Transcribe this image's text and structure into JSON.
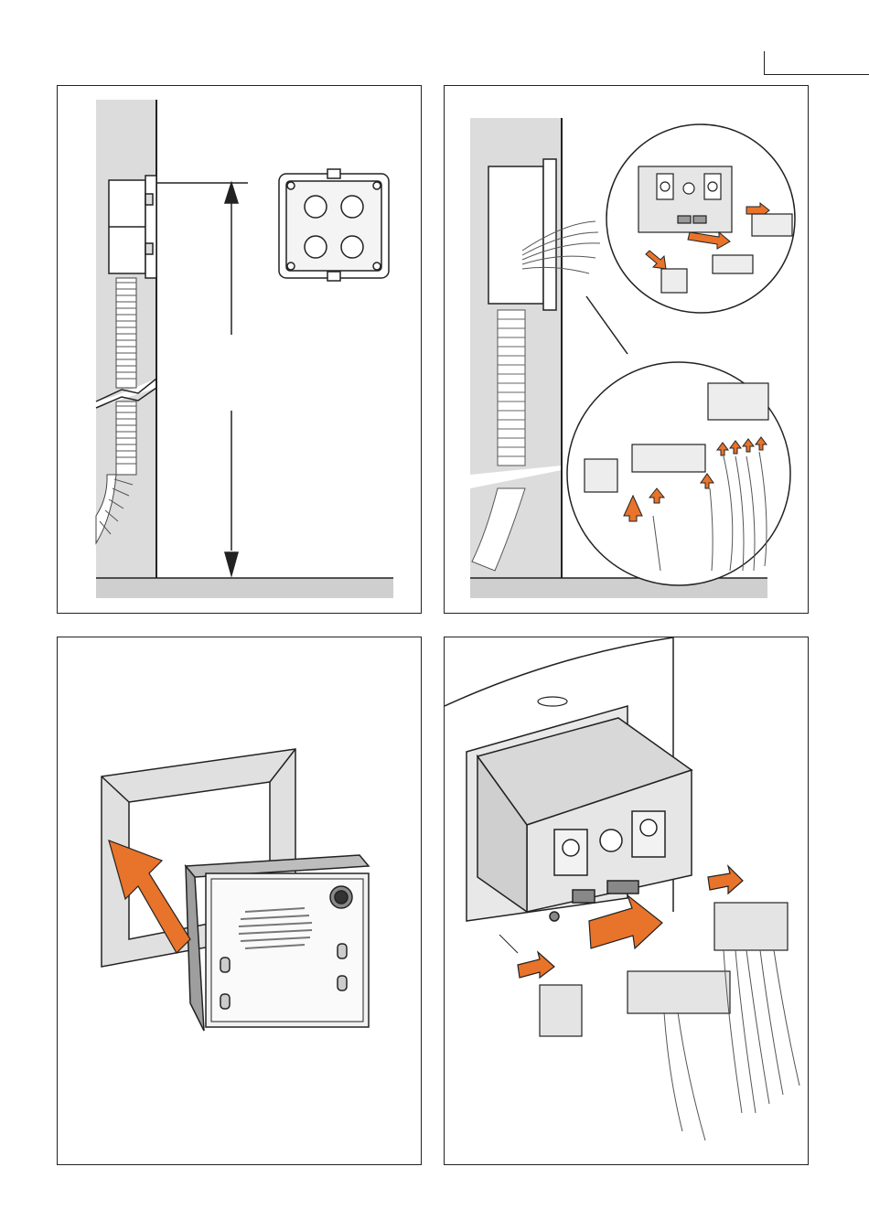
{
  "page": {
    "panels": [
      {
        "id": "step-1",
        "description_text": ""
      },
      {
        "id": "step-2",
        "description_text": ""
      },
      {
        "id": "step-3",
        "description_text": ""
      },
      {
        "id": "step-4",
        "description_text": ""
      }
    ]
  },
  "colors": {
    "accent_orange": "#E8732A",
    "wall_grey": "#DCDCDC",
    "module_grey": "#E6E6E6",
    "line": "#222222"
  },
  "icons": [
    "installation-illustration"
  ]
}
